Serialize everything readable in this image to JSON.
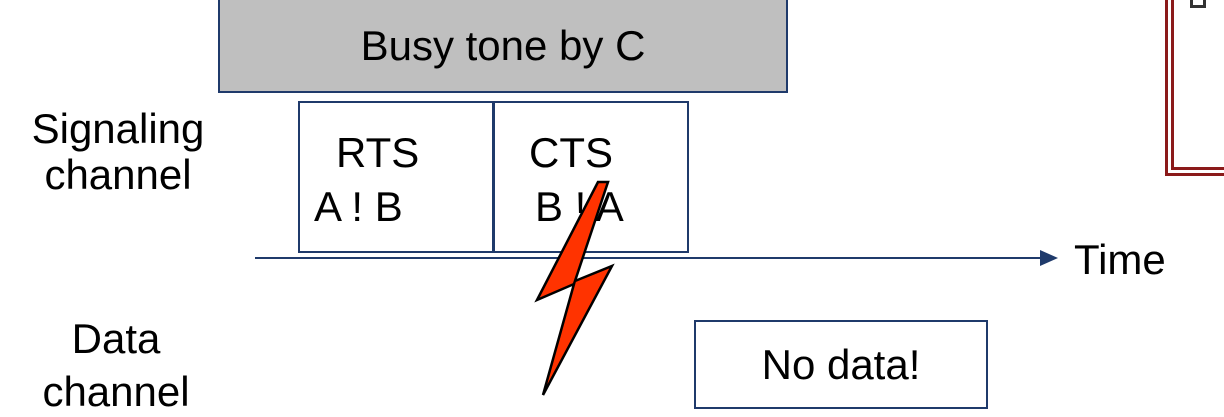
{
  "busy_tone": "Busy tone by C",
  "signaling_label": [
    "Signaling",
    "channel"
  ],
  "data_label": [
    "Data",
    "channel"
  ],
  "rts": {
    "title": "RTS",
    "sub": "A ! B"
  },
  "cts": {
    "title": "CTS",
    "sub": "B ! A"
  },
  "no_data": "No data!",
  "time_label": "Time",
  "colors": {
    "busy_fill": "#bfbfbf",
    "box_border": "#1f3a6b",
    "axis": "#1f3a6b",
    "lightning_fill": "#ff3300",
    "lightning_stroke": "#000000",
    "frame": "#8b1a1a"
  }
}
